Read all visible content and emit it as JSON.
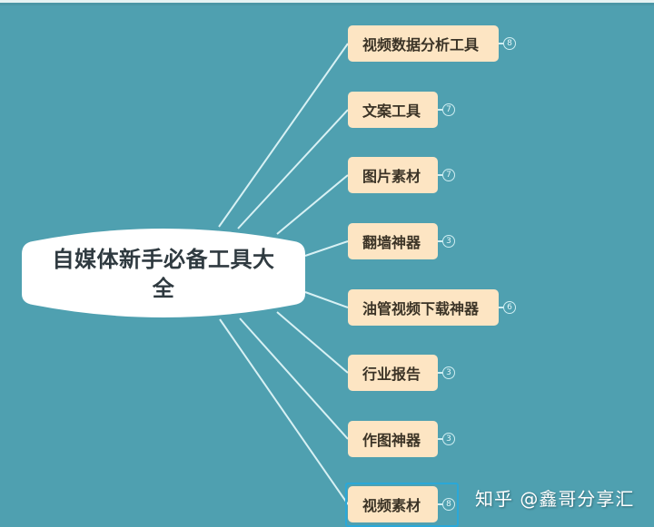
{
  "mindmap": {
    "root": {
      "label": "自媒体新手必备工具大全",
      "line1": "自媒体新手必备工具大",
      "line2": "全"
    },
    "branches": [
      {
        "label": "视频数据分析工具",
        "count": "8"
      },
      {
        "label": "文案工具",
        "count": "7"
      },
      {
        "label": "图片素材",
        "count": "7"
      },
      {
        "label": "翻墙神器",
        "count": "3"
      },
      {
        "label": "油管视频下载神器",
        "count": "6"
      },
      {
        "label": "行业报告",
        "count": "3"
      },
      {
        "label": "作图神器",
        "count": "3"
      },
      {
        "label": "视频素材",
        "count": "8",
        "selected": true
      }
    ]
  },
  "watermark": "知乎 @鑫哥分享汇",
  "colors": {
    "background": "#4fa0b0",
    "root_fill": "#ffffff",
    "branch_fill": "#fde5c3",
    "branch_text": "#3b3326",
    "connector": "#d8f1f4",
    "selection": "#2aa8d8"
  }
}
